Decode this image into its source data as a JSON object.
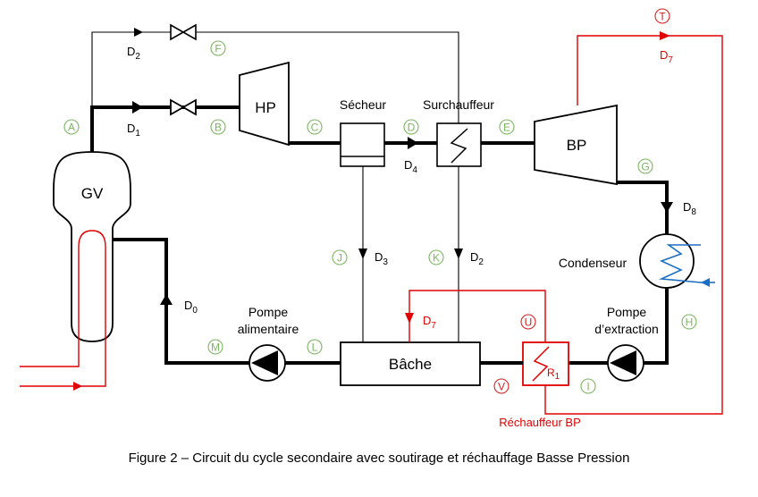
{
  "components": {
    "gv": "GV",
    "hp": "HP",
    "bp": "BP",
    "secheur": "Sécheur",
    "surchauffeur": "Surchauffeur",
    "condenseur": "Condenseur",
    "bache": "Bâche",
    "pompe_alimentaire_1": "Pompe",
    "pompe_alimentaire_2": "alimentaire",
    "pompe_extraction_1": "Pompe",
    "pompe_extraction_2": "d’extraction",
    "rechauffeur": "Réchauffeur BP",
    "r1_main": "R",
    "r1_sub": "1"
  },
  "points": {
    "A": "A",
    "B": "B",
    "C": "C",
    "D": "D",
    "E": "E",
    "F": "F",
    "G": "G",
    "H": "H",
    "I": "I",
    "J": "J",
    "K": "K",
    "L": "L",
    "M": "M",
    "T": "T",
    "U": "U",
    "V": "V"
  },
  "flows": {
    "d0_main": "D",
    "d0_sub": "0",
    "d1_main": "D",
    "d1_sub": "1",
    "d2_top_main": "D",
    "d2_top_sub": "2",
    "d2_mid_main": "D",
    "d2_mid_sub": "2",
    "d3_main": "D",
    "d3_sub": "3",
    "d4_main": "D",
    "d4_sub": "4",
    "d7_top_main": "D",
    "d7_top_sub": "7",
    "d7_mid_main": "D",
    "d7_mid_sub": "7",
    "d8_main": "D",
    "d8_sub": "8"
  },
  "caption": "Figure 2 – Circuit du cycle secondaire avec soutirage et réchauffage Basse Pression",
  "colors": {
    "steam_line": "#000000",
    "extraction_red": "#e00000",
    "cooling_blue": "#1b6fc2",
    "point_green": "#7bb661",
    "point_red": "#d62020"
  }
}
